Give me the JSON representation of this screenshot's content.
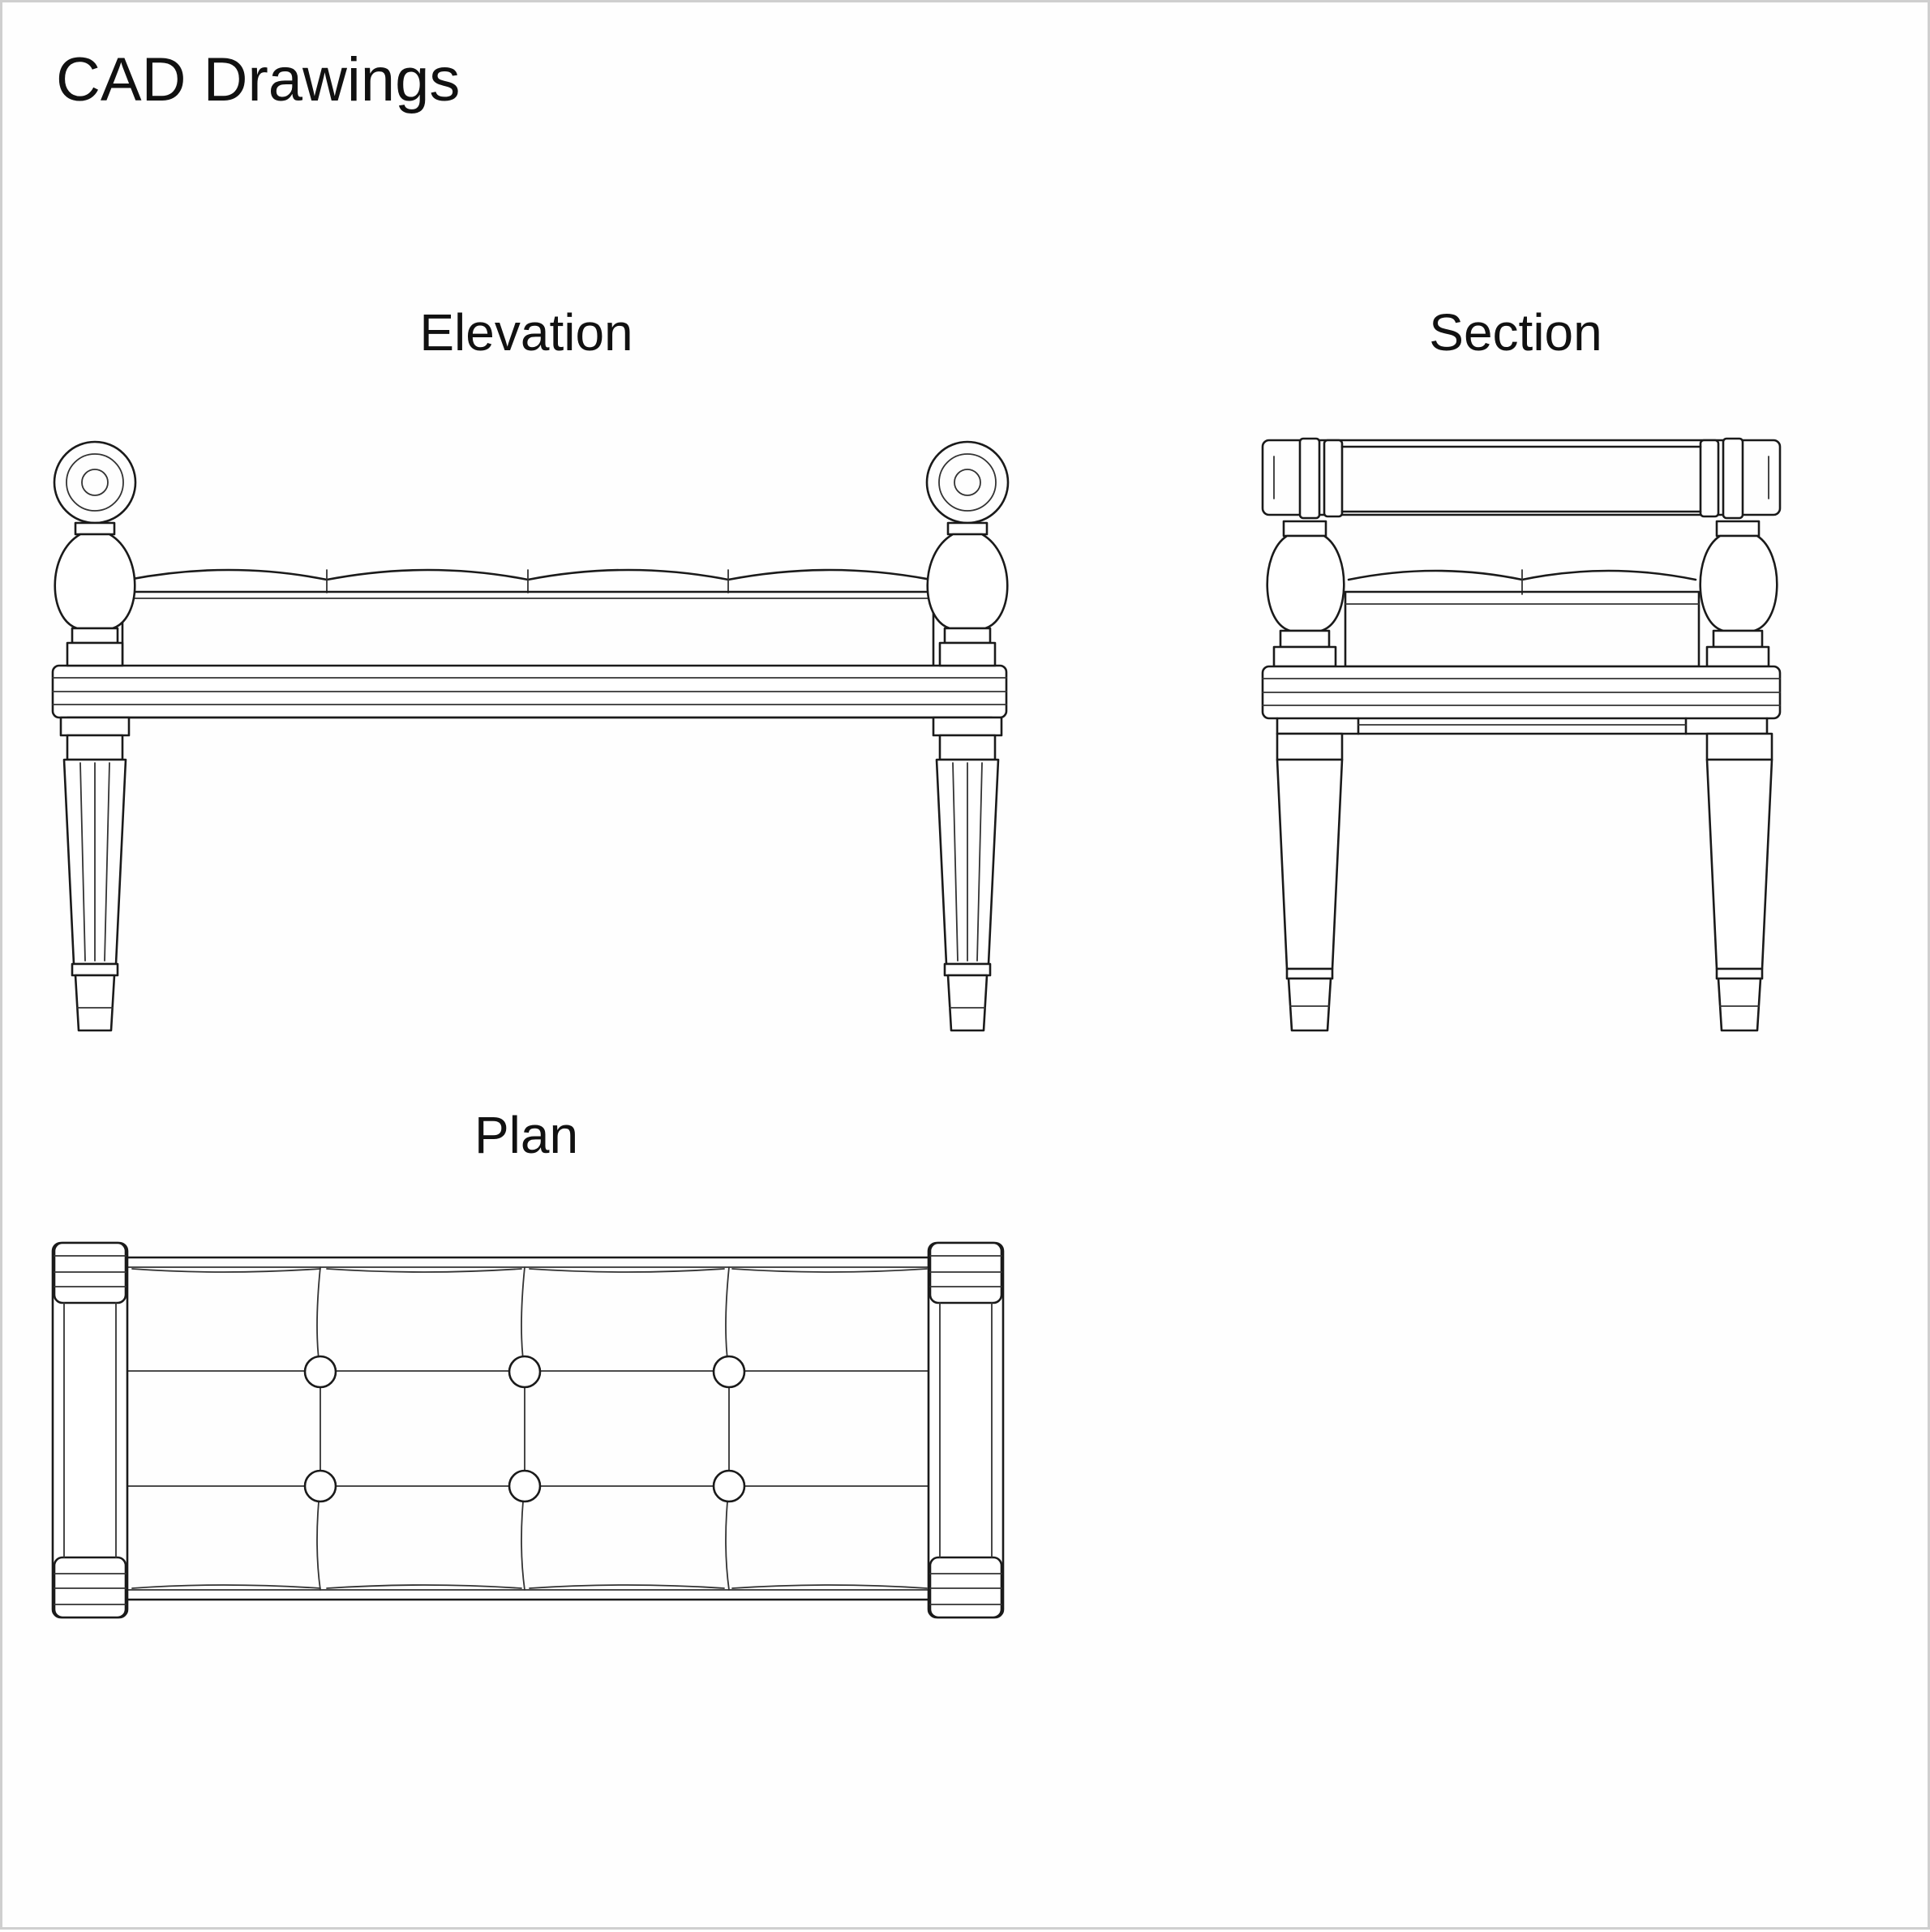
{
  "title": "CAD Drawings",
  "views": {
    "elevation": {
      "label": "Elevation"
    },
    "section": {
      "label": "Section"
    },
    "plan": {
      "label": "Plan"
    }
  },
  "colors": {
    "line": "#1a1a1a",
    "background": "#ffffff",
    "border": "#cfcfcf"
  }
}
